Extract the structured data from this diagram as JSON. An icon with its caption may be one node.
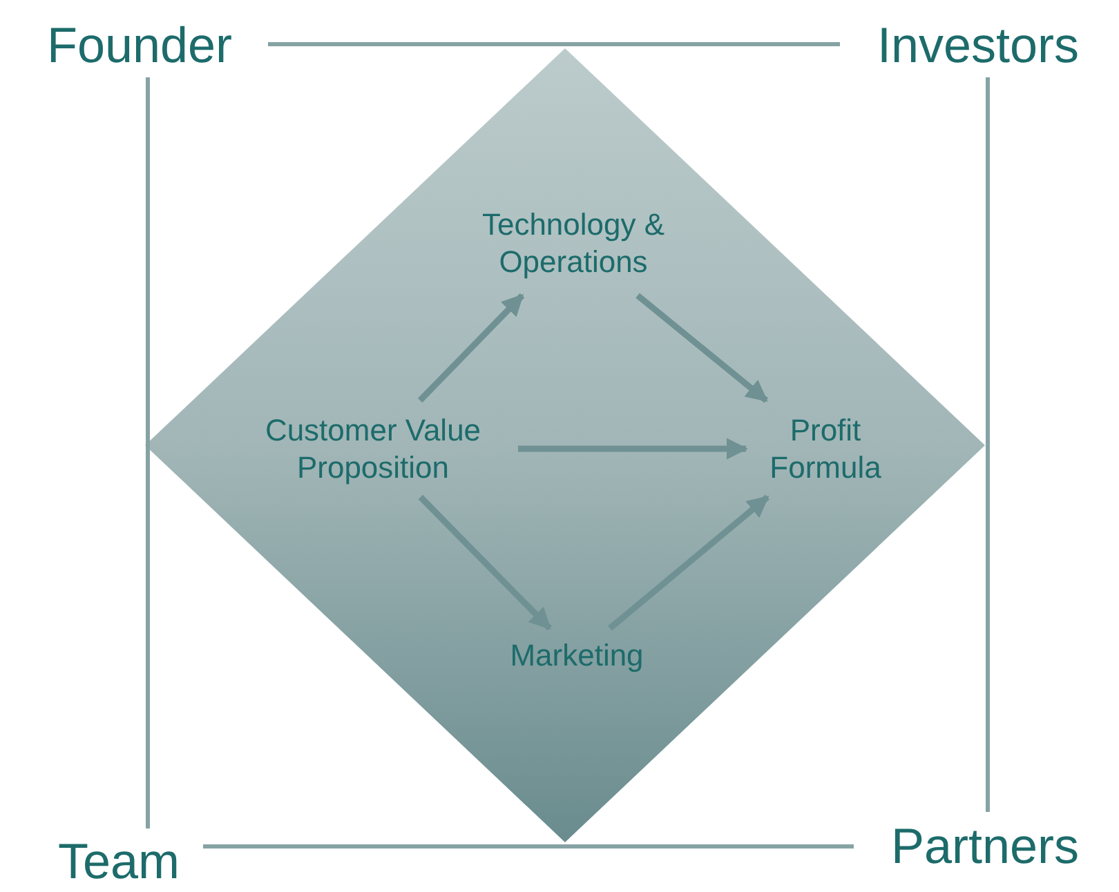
{
  "diagram": {
    "nodes": [
      {
        "text": [
          "Founder"
        ]
      },
      {
        "text": [
          "Investors"
        ]
      },
      {
        "text": [
          "Team"
        ]
      },
      {
        "text": [
          "Partners"
        ]
      },
      {
        "text": [],
        "shape": "diamond"
      },
      {
        "text": [
          "Technology & Operations"
        ],
        "in": 4
      },
      {
        "text": [
          "Customer Value Proposition"
        ],
        "in": 4
      },
      {
        "text": [
          "Profit Formula"
        ],
        "in": 4
      },
      {
        "text": [
          "Marketing"
        ],
        "in": 4
      }
    ],
    "edges": [
      {
        "from": 0,
        "to": 1,
        "arrow": "none"
      },
      {
        "from": 0,
        "to": 2,
        "arrow": "none"
      },
      {
        "from": 1,
        "to": 3,
        "arrow": "none"
      },
      {
        "from": 2,
        "to": 3,
        "arrow": "none"
      },
      {
        "from": 6,
        "to": 5,
        "arrow": "to"
      },
      {
        "from": 5,
        "to": 7,
        "arrow": "to"
      },
      {
        "from": 6,
        "to": 7,
        "arrow": "to"
      },
      {
        "from": 6,
        "to": 8,
        "arrow": "to"
      },
      {
        "from": 8,
        "to": 7,
        "arrow": "to"
      }
    ]
  }
}
